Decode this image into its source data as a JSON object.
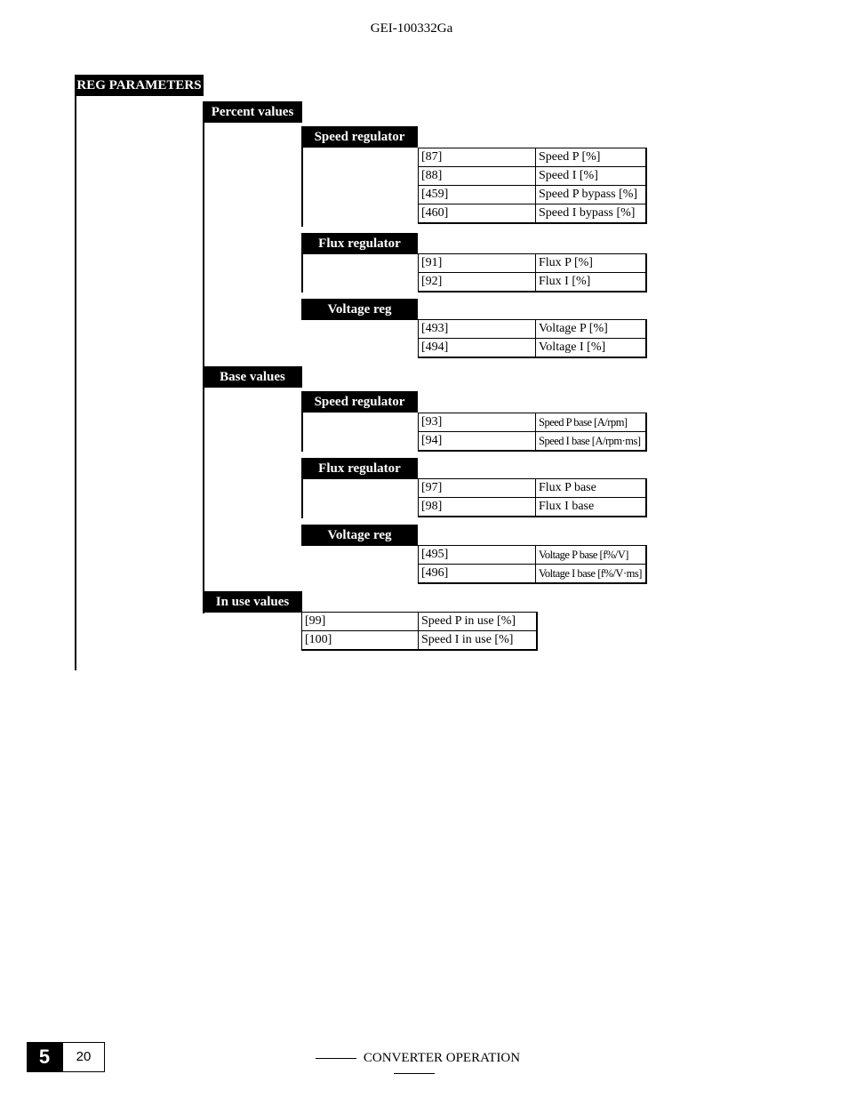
{
  "document_id": "GEI-100332Ga",
  "root": "REG PARAMETERS",
  "groups": [
    {
      "label": "Percent values",
      "subgroups": [
        {
          "label": "Speed regulator",
          "rows": [
            [
              "[87]",
              "Speed P [%]"
            ],
            [
              "[88]",
              "Speed I [%]"
            ],
            [
              "[459]",
              "Speed P bypass [%]"
            ],
            [
              "[460]",
              "Speed I bypass [%]"
            ]
          ]
        },
        {
          "label": "Flux regulator",
          "rows": [
            [
              "[91]",
              "Flux P [%]"
            ],
            [
              "[92]",
              "Flux I [%]"
            ]
          ]
        },
        {
          "label": "Voltage reg",
          "rows": [
            [
              "[493]",
              "Voltage P [%]"
            ],
            [
              "[494]",
              "Voltage I [%]"
            ]
          ]
        }
      ]
    },
    {
      "label": "Base values",
      "subgroups": [
        {
          "label": "Speed regulator",
          "rows": [
            [
              "[93]",
              "Speed P base [A/rpm]"
            ],
            [
              "[94]",
              "Speed I base [A/rpm·ms]"
            ]
          ]
        },
        {
          "label": "Flux regulator",
          "rows": [
            [
              "[97]",
              "Flux P base"
            ],
            [
              "[98]",
              "Flux I base"
            ]
          ]
        },
        {
          "label": "Voltage reg",
          "rows": [
            [
              "[495]",
              "Voltage P base [f%/V]"
            ],
            [
              "[496]",
              "Voltage I base [f%/V·ms]"
            ]
          ]
        }
      ]
    },
    {
      "label": "In use values",
      "rows": [
        [
          "[99]",
          "Speed P in use [%]"
        ],
        [
          "[100]",
          "Speed I in use [%]"
        ]
      ]
    }
  ],
  "footer": {
    "chapter": "5",
    "page": "20",
    "section": "CONVERTER OPERATION"
  }
}
